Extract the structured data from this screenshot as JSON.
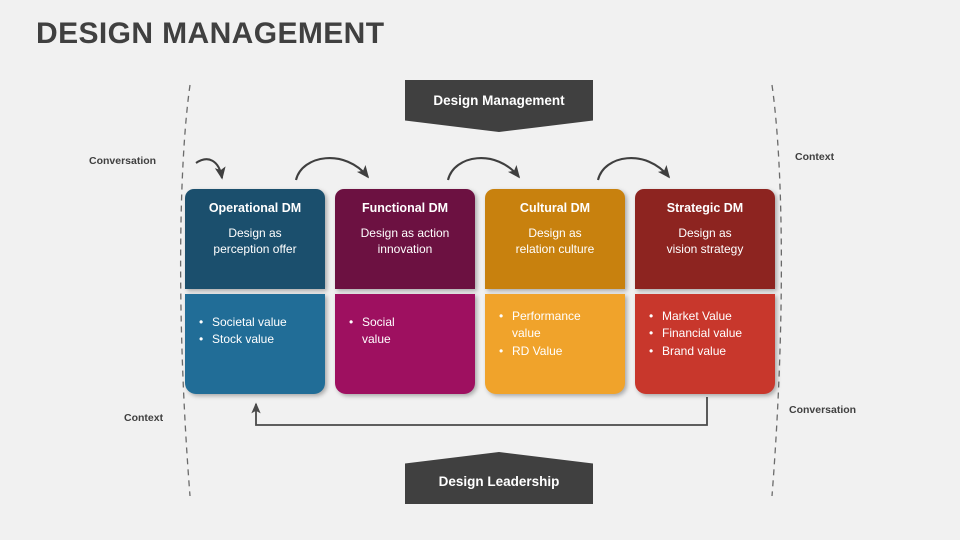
{
  "page": {
    "title": "DESIGN MANAGEMENT",
    "background": "#f1f1f1",
    "title_color": "#404040"
  },
  "banners": {
    "top": {
      "label": "Design Management",
      "color": "#404040",
      "shape": "chevron-down"
    },
    "bottom": {
      "label": "Design Leadership",
      "color": "#404040",
      "shape": "chevron-up"
    }
  },
  "axis_labels": {
    "conversation_left": "Conversation",
    "context_right": "Context",
    "context_left": "Context",
    "conversation_right": "Conversation"
  },
  "columns": [
    {
      "title": "Operational DM",
      "subtitle": "Design as\nperception offer",
      "subtitle_line1": "Design as",
      "subtitle_line2": "perception offer",
      "top_color": "#1b4f6d",
      "bottom_color": "#216d97",
      "values": [
        "Societal value",
        "Stock value"
      ]
    },
    {
      "title": "Functional DM",
      "subtitle_line1": "Design as action",
      "subtitle_line2": "innovation",
      "top_color": "#6c1141",
      "bottom_color": "#9e1060",
      "values": [
        "Social",
        "value"
      ]
    },
    {
      "title": "Cultural DM",
      "subtitle_line1": "Design as",
      "subtitle_line2": "relation culture",
      "top_color": "#c8810e",
      "bottom_color": "#f0a32b",
      "values": [
        "Performance",
        "value",
        "RD Value"
      ]
    },
    {
      "title": "Strategic DM",
      "subtitle_line1": "Design as",
      "subtitle_line2": "vision strategy",
      "top_color": "#8d2420",
      "bottom_color": "#c8372c",
      "values": [
        "Market Value",
        "Financial value",
        "Brand value"
      ]
    }
  ],
  "bullets": {
    "col0": [
      {
        "text": "Societal value"
      },
      {
        "text": "Stock value"
      }
    ],
    "col1": [
      {
        "text": "Social"
      },
      {
        "text": "value",
        "nobullet": true
      }
    ],
    "col2": [
      {
        "text": "Performance"
      },
      {
        "text": "value",
        "nobullet": true
      },
      {
        "text": "RD Value"
      }
    ],
    "col3": [
      {
        "text": "Market Value"
      },
      {
        "text": "Financial value"
      },
      {
        "text": "Brand value"
      }
    ]
  },
  "connectors": {
    "arrow_color": "#3f3f3f",
    "feedback_line_color": "#4a4a4a",
    "boundary_style": "dashed",
    "boundary_color": "#6b6b6b",
    "arrow_count": 4,
    "feedback_description": "return line from Strategic DM back to Operational DM"
  }
}
